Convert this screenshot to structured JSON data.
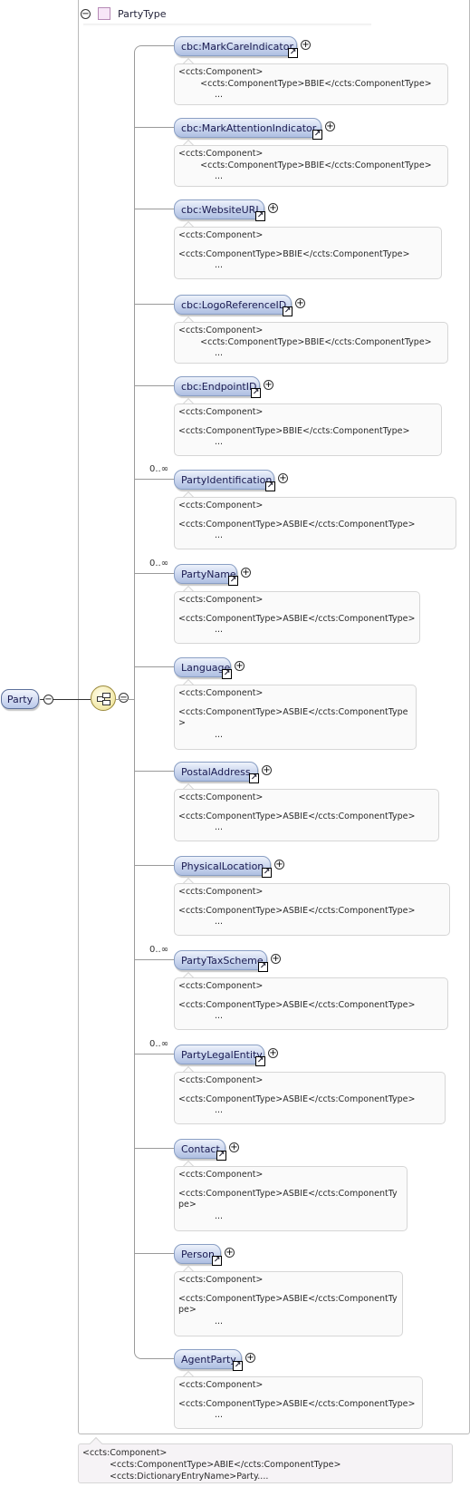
{
  "type_name": "PartyType",
  "root": {
    "label": "Party"
  },
  "elements": [
    {
      "label": "cbc:MarkCareIndicator",
      "occ": "",
      "ann": [
        "<ccts:Component>",
        "        <ccts:ComponentType>BBIE</ccts:ComponentType>",
        "..."
      ]
    },
    {
      "label": "cbc:MarkAttentionIndicator",
      "occ": "",
      "ann": [
        "<ccts:Component>",
        "        <ccts:ComponentType>BBIE</ccts:ComponentType>",
        "..."
      ]
    },
    {
      "label": "cbc:WebsiteURI",
      "occ": "",
      "ann": [
        "<ccts:Component>",
        "<ccts:ComponentType>BBIE</ccts:ComponentType>",
        "..."
      ]
    },
    {
      "label": "cbc:LogoReferenceID",
      "occ": "",
      "ann": [
        "<ccts:Component>",
        "        <ccts:ComponentType>BBIE</ccts:ComponentType>",
        "..."
      ]
    },
    {
      "label": "cbc:EndpointID",
      "occ": "",
      "ann": [
        "<ccts:Component>",
        "<ccts:ComponentType>BBIE</ccts:ComponentType>",
        "..."
      ]
    },
    {
      "label": "PartyIdentification",
      "occ": "0..∞",
      "ann": [
        "<ccts:Component>",
        "<ccts:ComponentType>ASBIE</ccts:ComponentType>",
        "..."
      ]
    },
    {
      "label": "PartyName",
      "occ": "0..∞",
      "ann": [
        "<ccts:Component>",
        "<ccts:ComponentType>ASBIE</ccts:ComponentType>",
        "..."
      ]
    },
    {
      "label": "Language",
      "occ": "",
      "ann": [
        "<ccts:Component>",
        "<ccts:ComponentType>ASBIE</ccts:ComponentType\n>",
        "..."
      ]
    },
    {
      "label": "PostalAddress",
      "occ": "",
      "ann": [
        "<ccts:Component>",
        "<ccts:ComponentType>ASBIE</ccts:ComponentType>",
        "..."
      ]
    },
    {
      "label": "PhysicalLocation",
      "occ": "",
      "ann": [
        "<ccts:Component>",
        "<ccts:ComponentType>ASBIE</ccts:ComponentType>",
        "..."
      ]
    },
    {
      "label": "PartyTaxScheme",
      "occ": "0..∞",
      "ann": [
        "<ccts:Component>",
        "<ccts:ComponentType>ASBIE</ccts:ComponentType>",
        "..."
      ]
    },
    {
      "label": "PartyLegalEntity",
      "occ": "0..∞",
      "ann": [
        "<ccts:Component>",
        "<ccts:ComponentType>ASBIE</ccts:ComponentType>",
        "..."
      ]
    },
    {
      "label": "Contact",
      "occ": "",
      "ann": [
        "<ccts:Component>",
        "<ccts:ComponentType>ASBIE</ccts:ComponentTy\npe>",
        "..."
      ]
    },
    {
      "label": "Person",
      "occ": "",
      "ann": [
        "<ccts:Component>",
        "<ccts:ComponentType>ASBIE</ccts:ComponentTy\npe>",
        "..."
      ]
    },
    {
      "label": "AgentParty",
      "occ": "",
      "ann": [
        "<ccts:Component>",
        "<ccts:ComponentType>ASBIE</ccts:ComponentType>",
        "..."
      ]
    }
  ],
  "bottom_annotation": [
    "<ccts:Component>",
    "<ccts:ComponentType>ABIE</ccts:ComponentType>",
    "<ccts:DictionaryEntryName>Party...."
  ]
}
